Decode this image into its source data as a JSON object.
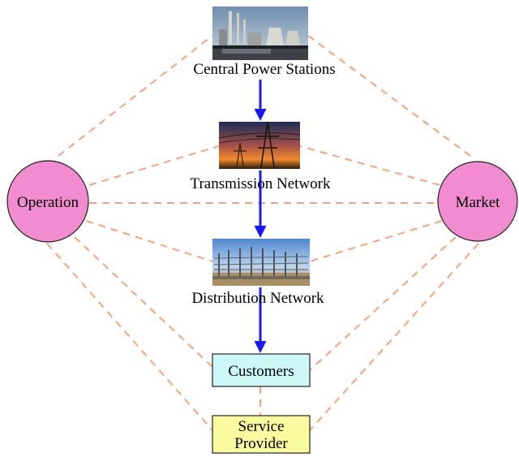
{
  "nodes": {
    "central": {
      "label": "Central Power Stations"
    },
    "transmission": {
      "label": "Transmission Network"
    },
    "distribution": {
      "label": "Distribution Network"
    },
    "customers": {
      "label": "Customers"
    },
    "service_provider": {
      "label_line1": "Service",
      "label_line2": "Provider"
    },
    "operation": {
      "label": "Operation"
    },
    "market": {
      "label": "Market"
    }
  },
  "colors": {
    "circle_fill": "#f08ccf",
    "customers_fill": "#cdf7f7",
    "service_fill": "#fafa9e",
    "flow_arrow": "#1a1aee",
    "dashed_link": "#f4a27a"
  },
  "icons": {
    "central": "power-station-photo",
    "transmission": "transmission-tower-sunset-photo",
    "distribution": "substation-photo"
  }
}
